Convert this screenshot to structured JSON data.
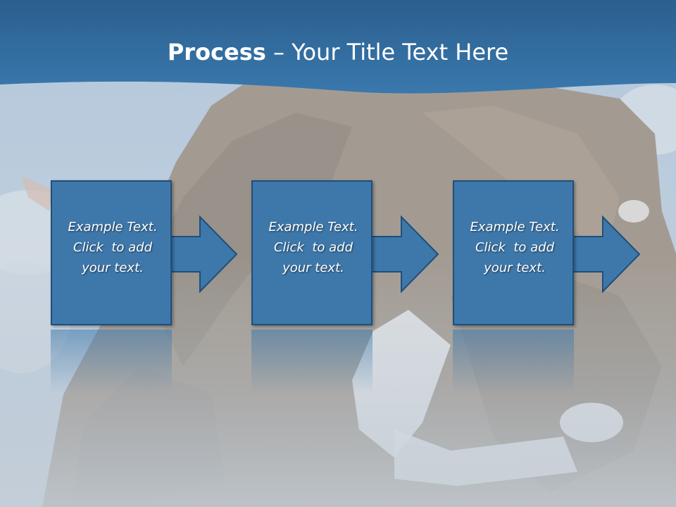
{
  "slide": {
    "title_bold": "Process",
    "title_rest": " – Your Title Text Here"
  },
  "steps": [
    {
      "line1": "Example Text.",
      "line2": "Click  to add",
      "line3": "your text."
    },
    {
      "line1": "Example Text.",
      "line2": "Click  to add",
      "line3": "your text."
    },
    {
      "line1": "Example Text.",
      "line2": "Click  to add",
      "line3": "your text."
    }
  ],
  "colors": {
    "header": "#2d6a9e",
    "box": "#3e78ab",
    "box_border": "#1f4e79",
    "text": "#ffffff"
  }
}
